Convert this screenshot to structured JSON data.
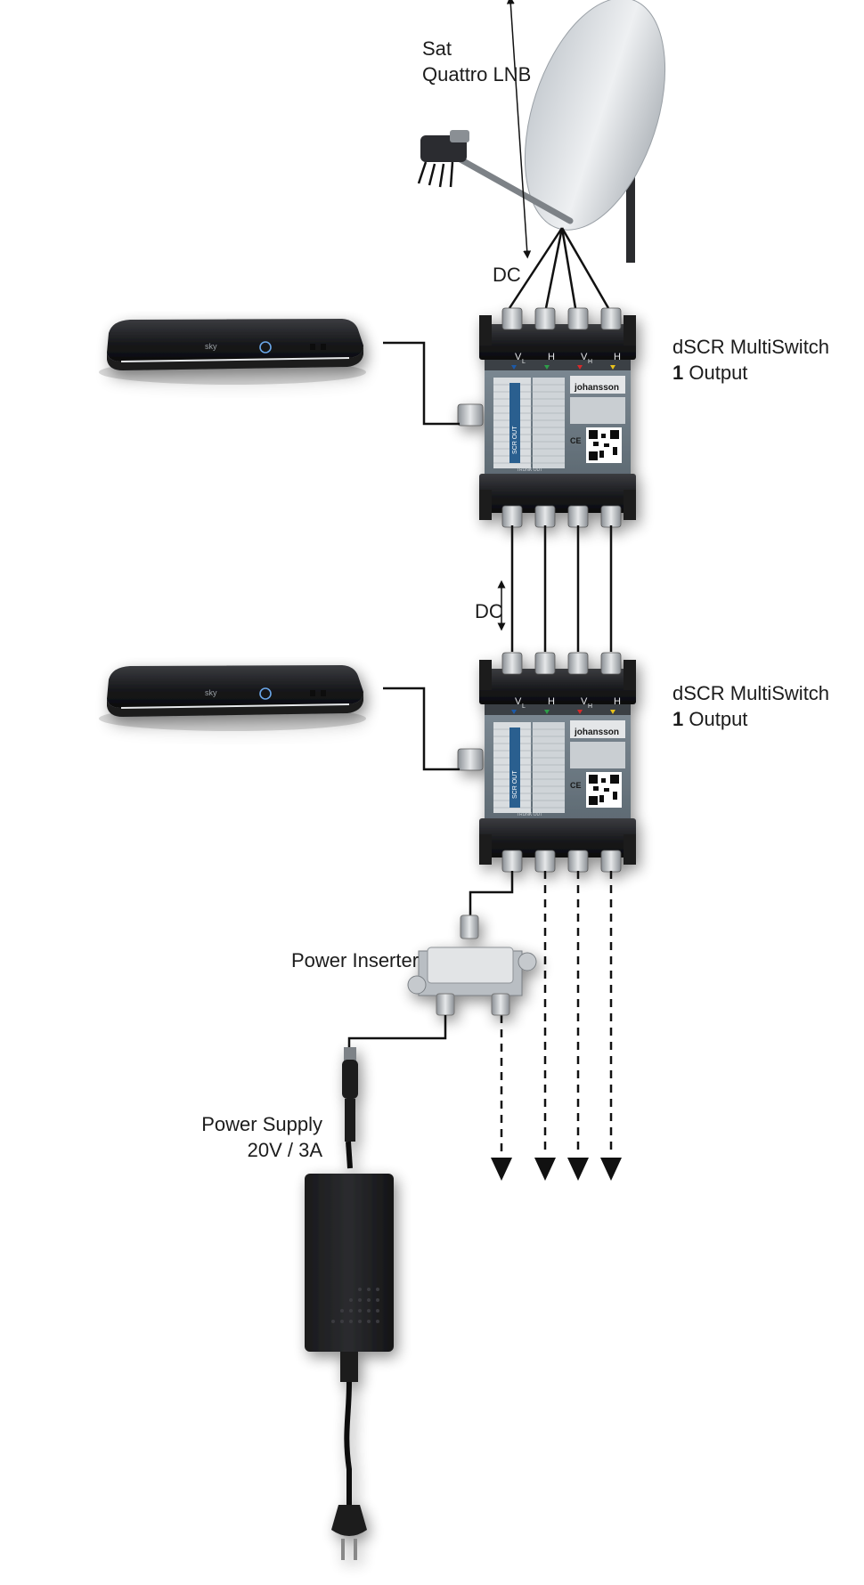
{
  "labels": {
    "sat_line1": "Sat",
    "sat_line2": "Quattro LNB",
    "dc_top": "DC",
    "dc_middle": "DC",
    "switch1_name": "dSCR MultiSwitch",
    "switch1_count": "1",
    "switch1_output": "Output",
    "switch2_name": "dSCR MultiSwitch",
    "switch2_count": "1",
    "switch2_output": "Output",
    "power_inserter": "Power Inserter",
    "power_supply_line1": "Power Supply",
    "power_supply_line2": "20V / 3A"
  },
  "device_text": {
    "receiver_logo": "sky",
    "switch_brand": "johansson",
    "switch_input_vl": "V",
    "switch_input_hl": "H",
    "switch_input_vh": "V",
    "switch_input_hh": "H",
    "switch_sub_l": "L",
    "switch_sub_h": "H",
    "switch_scr_out": "SCR OUT",
    "switch_trunk_out": "TRUNK OUT",
    "switch_ce": "CE"
  },
  "colors": {
    "cable": "#111111",
    "device_dark": "#1f2023",
    "device_body": "#6d7a84",
    "vl": "#1e5aa8",
    "hl": "#2e9e4a",
    "vh": "#d62b2b",
    "hh": "#e8c21a"
  }
}
